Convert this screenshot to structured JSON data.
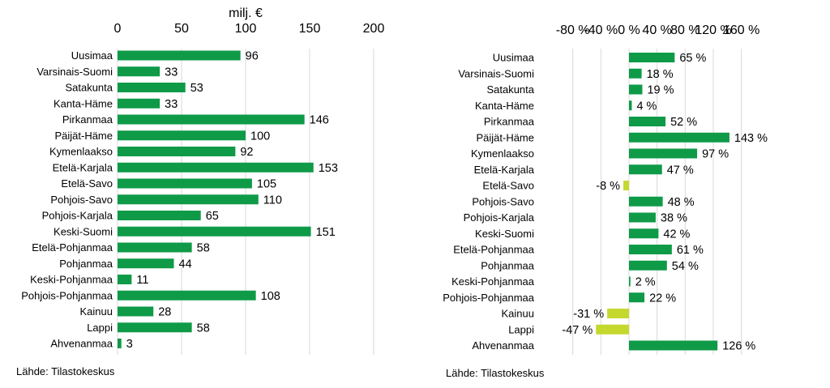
{
  "chart_data": [
    {
      "type": "bar",
      "orientation": "horizontal",
      "unit_label": "milj. €",
      "categories": [
        "Uusimaa",
        "Varsinais-Suomi",
        "Satakunta",
        "Kanta-Häme",
        "Pirkanmaa",
        "Päijät-Häme",
        "Kymenlaakso",
        "Etelä-Karjala",
        "Etelä-Savo",
        "Pohjois-Savo",
        "Pohjois-Karjala",
        "Keski-Suomi",
        "Etelä-Pohjanmaa",
        "Pohjanmaa",
        "Keski-Pohjanmaa",
        "Pohjois-Pohjanmaa",
        "Kainuu",
        "Lappi",
        "Ahvenanmaa"
      ],
      "values": [
        96,
        33,
        53,
        33,
        146,
        100,
        92,
        153,
        105,
        110,
        65,
        151,
        58,
        44,
        11,
        108,
        28,
        58,
        3
      ],
      "xlim": [
        0,
        200
      ],
      "ticks": [
        0,
        50,
        100,
        150,
        200
      ],
      "tick_labels": [
        "0",
        "50",
        "100",
        "150",
        "200"
      ],
      "data_labels": [
        "96",
        "33",
        "53",
        "33",
        "146",
        "100",
        "92",
        "153",
        "105",
        "110",
        "65",
        "151",
        "58",
        "44",
        "11",
        "108",
        "28",
        "58",
        "3"
      ],
      "gridlines": true,
      "colors": {
        "positive": "#0f9a48",
        "negative": "#c4d82e",
        "grid": "#d9d9d9"
      }
    },
    {
      "type": "bar",
      "orientation": "horizontal",
      "categories": [
        "Uusimaa",
        "Varsinais-Suomi",
        "Satakunta",
        "Kanta-Häme",
        "Pirkanmaa",
        "Päijät-Häme",
        "Kymenlaakso",
        "Etelä-Karjala",
        "Etelä-Savo",
        "Pohjois-Savo",
        "Pohjois-Karjala",
        "Keski-Suomi",
        "Etelä-Pohjanmaa",
        "Pohjanmaa",
        "Keski-Pohjanmaa",
        "Pohjois-Pohjanmaa",
        "Kainuu",
        "Lappi",
        "Ahvenanmaa"
      ],
      "values": [
        65,
        18,
        19,
        4,
        52,
        143,
        97,
        47,
        -8,
        48,
        38,
        42,
        61,
        54,
        2,
        22,
        -31,
        -47,
        126
      ],
      "xlim": [
        -80,
        160
      ],
      "ticks": [
        -80,
        -40,
        0,
        40,
        80,
        120,
        160
      ],
      "tick_labels": [
        "-80 %",
        "-40 %",
        "0 %",
        "40 %",
        "80 %",
        "120 %",
        "160 %"
      ],
      "data_labels": [
        "65 %",
        "18 %",
        "19 %",
        "4 %",
        "52 %",
        "143 %",
        "97 %",
        "47 %",
        "-8 %",
        "48 %",
        "38 %",
        "42 %",
        "61 %",
        "54 %",
        "2 %",
        "22 %",
        "-31 %",
        "-47 %",
        "126 %"
      ],
      "gridlines": true,
      "colors": {
        "positive": "#0f9a48",
        "negative": "#c4d82e",
        "grid": "#d9d9d9"
      }
    }
  ],
  "source_left": "Lähde: Tilastokeskus",
  "source_right": "Lähde: Tilastokeskus"
}
